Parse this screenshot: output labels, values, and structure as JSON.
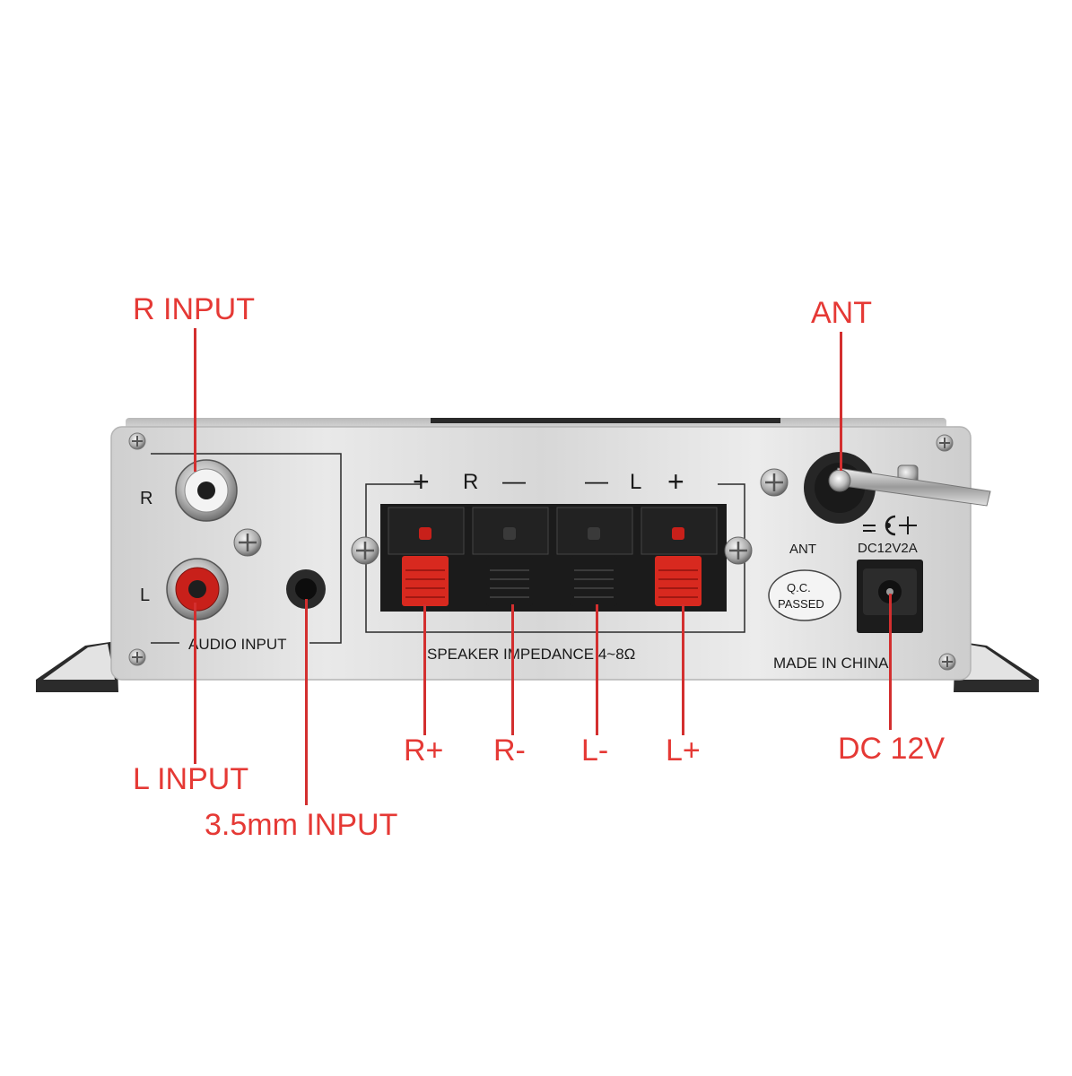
{
  "colors": {
    "callout": "#e53935",
    "panel": "#dcdcdc",
    "terminal_red": "#d8291f",
    "terminal_black": "#1b1b1b"
  },
  "callouts": {
    "r_input": "R INPUT",
    "l_input": "L INPUT",
    "mm_input": "3.5mm INPUT",
    "r_plus": "R+",
    "r_minus": "R-",
    "l_minus": "L-",
    "l_plus": "L+",
    "ant": "ANT",
    "dc": "DC 12V"
  },
  "panel": {
    "rca_r": "R",
    "rca_l": "L",
    "audio_input": "AUDIO INPUT",
    "plus_r": "+",
    "label_r": "R",
    "minus_r": "—",
    "minus_l": "—",
    "label_l": "L",
    "plus_l": "+",
    "speaker_impedance": "SPEAKER IMPEDANCE 4~8Ω",
    "ant": "ANT",
    "dc_rating": "DC12V2A",
    "qc_line1": "Q.C.",
    "qc_line2": "PASSED",
    "made_in": "MADE IN CHINA"
  }
}
